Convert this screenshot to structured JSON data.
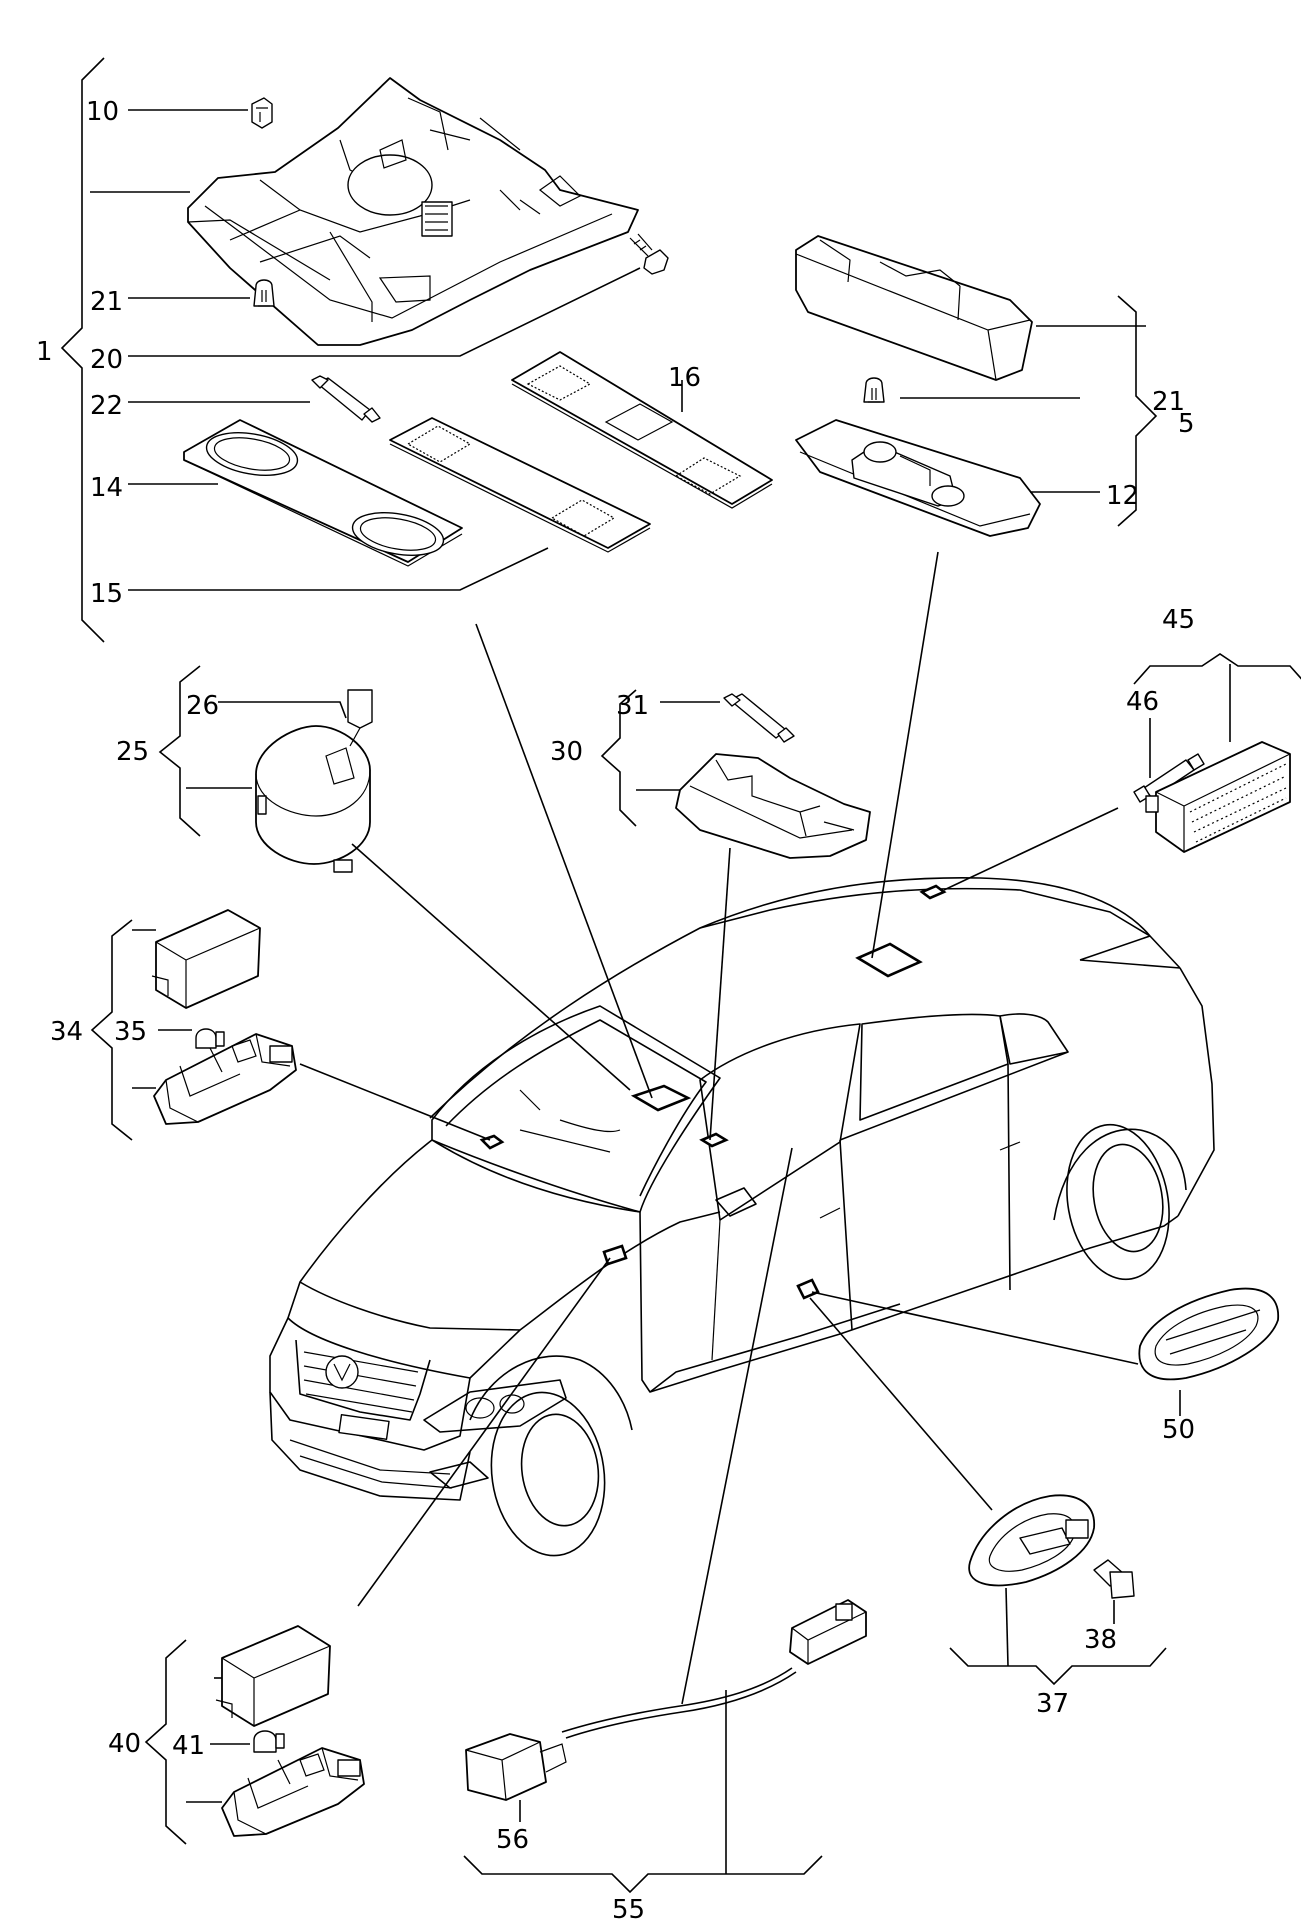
{
  "callouts": {
    "c1": "1",
    "c5": "5",
    "c10": "10",
    "c12": "12",
    "c14": "14",
    "c15": "15",
    "c16": "16",
    "c20": "20",
    "c21a": "21",
    "c21b": "21",
    "c22": "22",
    "c25": "25",
    "c26": "26",
    "c30": "30",
    "c31": "31",
    "c34": "34",
    "c35": "35",
    "c37": "37",
    "c38": "38",
    "c40": "40",
    "c41": "41",
    "c45": "45",
    "c46": "46",
    "c50": "50",
    "c55": "55",
    "c56": "56"
  }
}
